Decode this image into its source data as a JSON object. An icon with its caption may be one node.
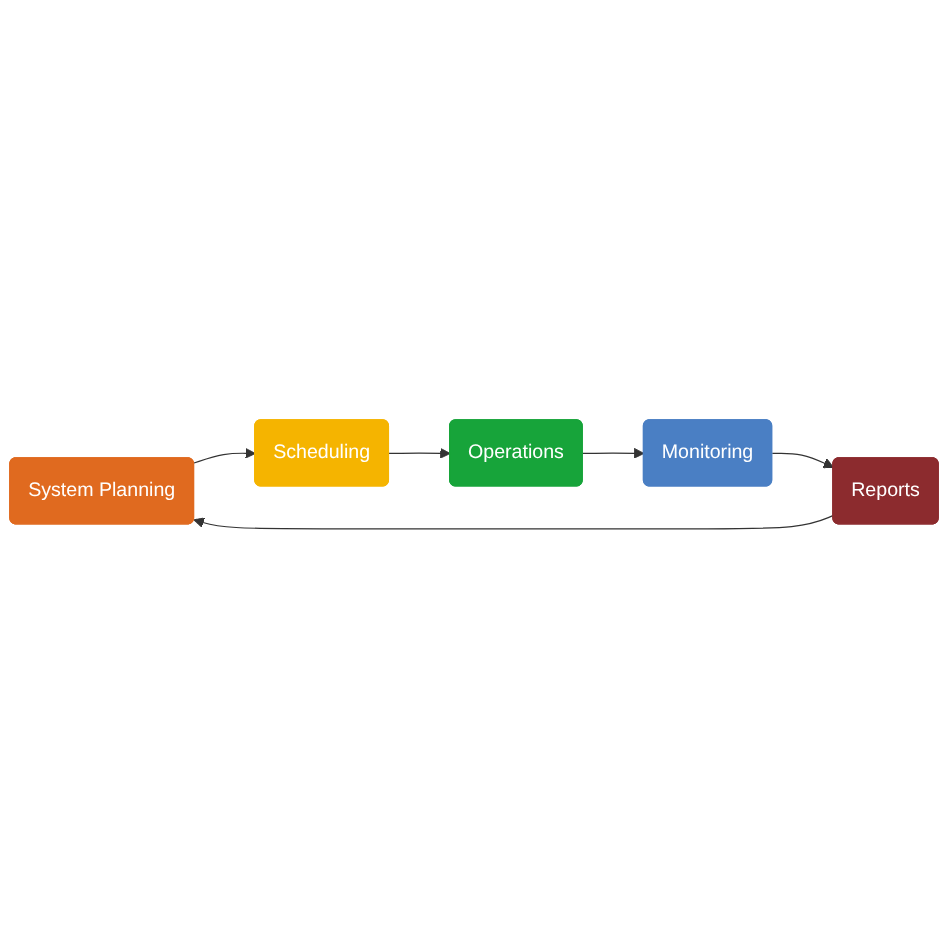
{
  "diagram": {
    "nodes": [
      {
        "text": [
          "System Planning"
        ]
      },
      {
        "text": [
          "Scheduling"
        ]
      },
      {
        "text": [
          "Operations"
        ]
      },
      {
        "text": [
          "Monitoring"
        ]
      },
      {
        "text": [
          "Reports"
        ]
      }
    ],
    "edges": [
      {
        "from": 0,
        "to": 1,
        "arrow": "to"
      },
      {
        "from": 1,
        "to": 2,
        "arrow": "to"
      },
      {
        "from": 2,
        "to": 3,
        "arrow": "to"
      },
      {
        "from": 3,
        "to": 4,
        "arrow": "to"
      },
      {
        "from": 4,
        "to": 0,
        "arrow": "to"
      }
    ]
  }
}
